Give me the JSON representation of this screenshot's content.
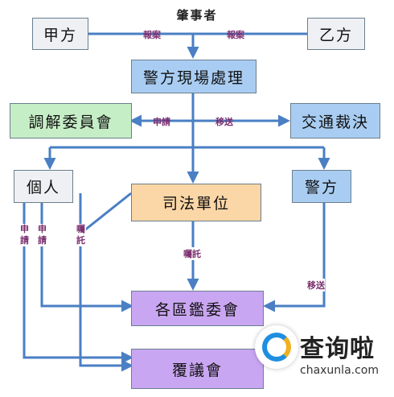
{
  "title": "肇事者",
  "boxes": {
    "party_a": "甲方",
    "party_b": "乙方",
    "police_handling": "警方現場處理",
    "mediation": "調解委員會",
    "traffic_ruling": "交通裁決",
    "individual": "個人",
    "judicial": "司法單位",
    "police": "警方",
    "district_appraisal": "各區鑑委會",
    "review": "覆議會"
  },
  "edge_labels": {
    "report_left": "報案",
    "report_right": "報案",
    "apply": "申請",
    "transfer_traffic": "移送",
    "apply_left": "申請",
    "apply_mid": "申請",
    "request_a": "囑託",
    "request_b": "囑託",
    "transfer_police": "移送"
  },
  "watermark": {
    "name": "查询啦",
    "url": "chaxunla.com"
  },
  "colors": {
    "arrow": "#4a7fc4",
    "label": "#7a2d6e"
  }
}
